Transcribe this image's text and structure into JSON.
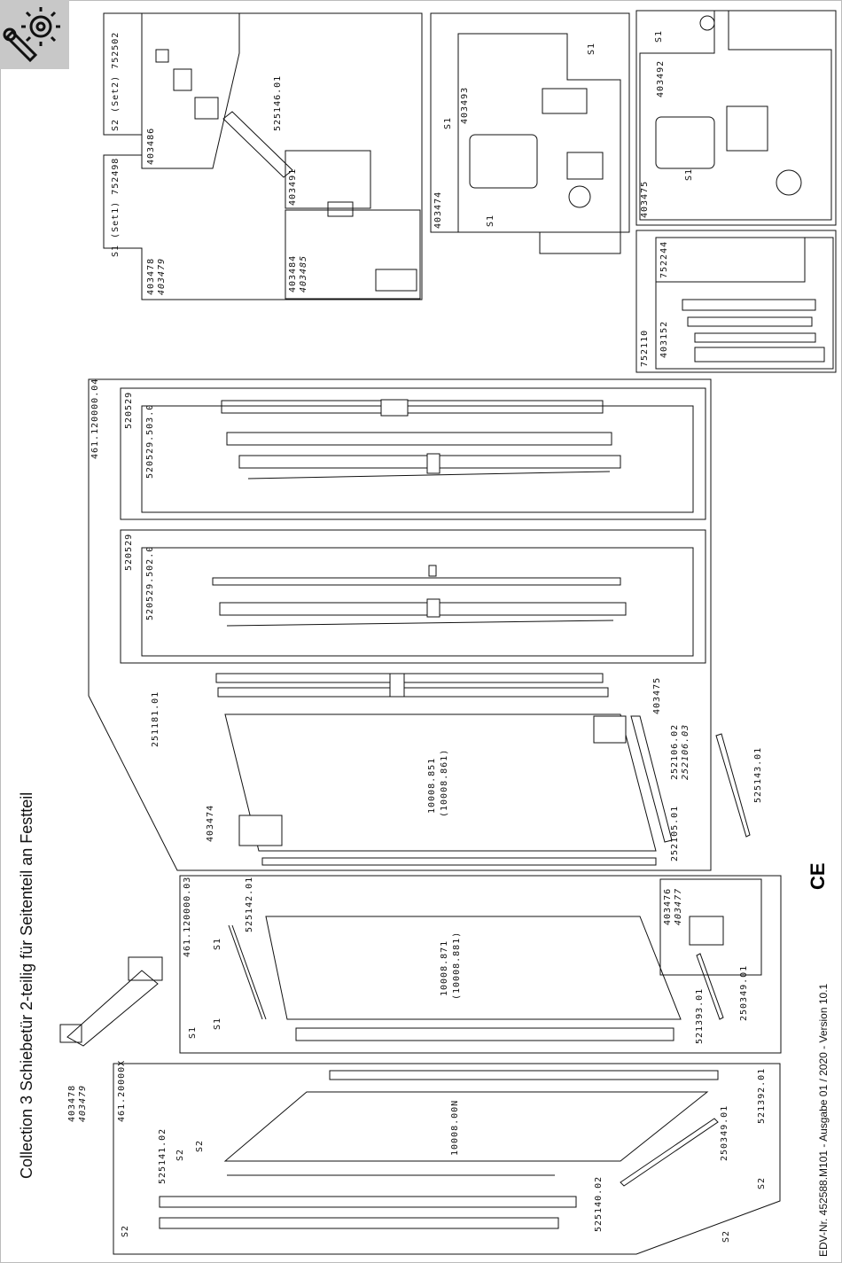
{
  "title": "Collection 3 Schiebetür 2-teilig für Seitenteil an Festteil",
  "footer": "EDV-Nr. 452588.M101 - Ausgabe 01 / 2020 - Version 10.1",
  "ce_mark": "CE",
  "logo_icon": "wrench-gear-icon",
  "labels": {
    "s1_set": "S1 (Set1)  752498",
    "s2_set": "S2 (Set2)  752502",
    "p403478": "403478",
    "p403479": "403479",
    "p403486": "403486",
    "p525146": "525146.01",
    "p403491": "403491",
    "p403484": "403484",
    "p403485": "403485",
    "p403474_top": "403474",
    "p403493": "403493",
    "s1": "S1",
    "s2": "S2",
    "p403475_top": "403475",
    "p403492": "403492",
    "p752110": "752110",
    "p403152": "403152",
    "p752244": "752244",
    "g461_04": "461.120000.04",
    "p520529": "520529",
    "p520529_503": "520529.503.0",
    "p520529_502": "520529.502.0",
    "p251181": "251181.01",
    "p403475": "403475",
    "p252106_02": "252106.02",
    "p252106_03": "252106.03",
    "p525143": "525143.01",
    "p252105": "252105.01",
    "glass_851": "10008.851",
    "glass_861": "(10008.861)",
    "p403474": "403474",
    "g461_03": "461.120000.03",
    "p525142": "525142.01",
    "glass_871": "10008.871",
    "glass_881": "(10008.881)",
    "p403476": "403476",
    "p403477": "403477",
    "p250349": "250349.01",
    "p521393": "521393.01",
    "g461_x": "461.20000X",
    "p525141": "525141.02",
    "glass_00n": "10008.00N",
    "p521392": "521392.01",
    "p525140": "525140.02"
  }
}
